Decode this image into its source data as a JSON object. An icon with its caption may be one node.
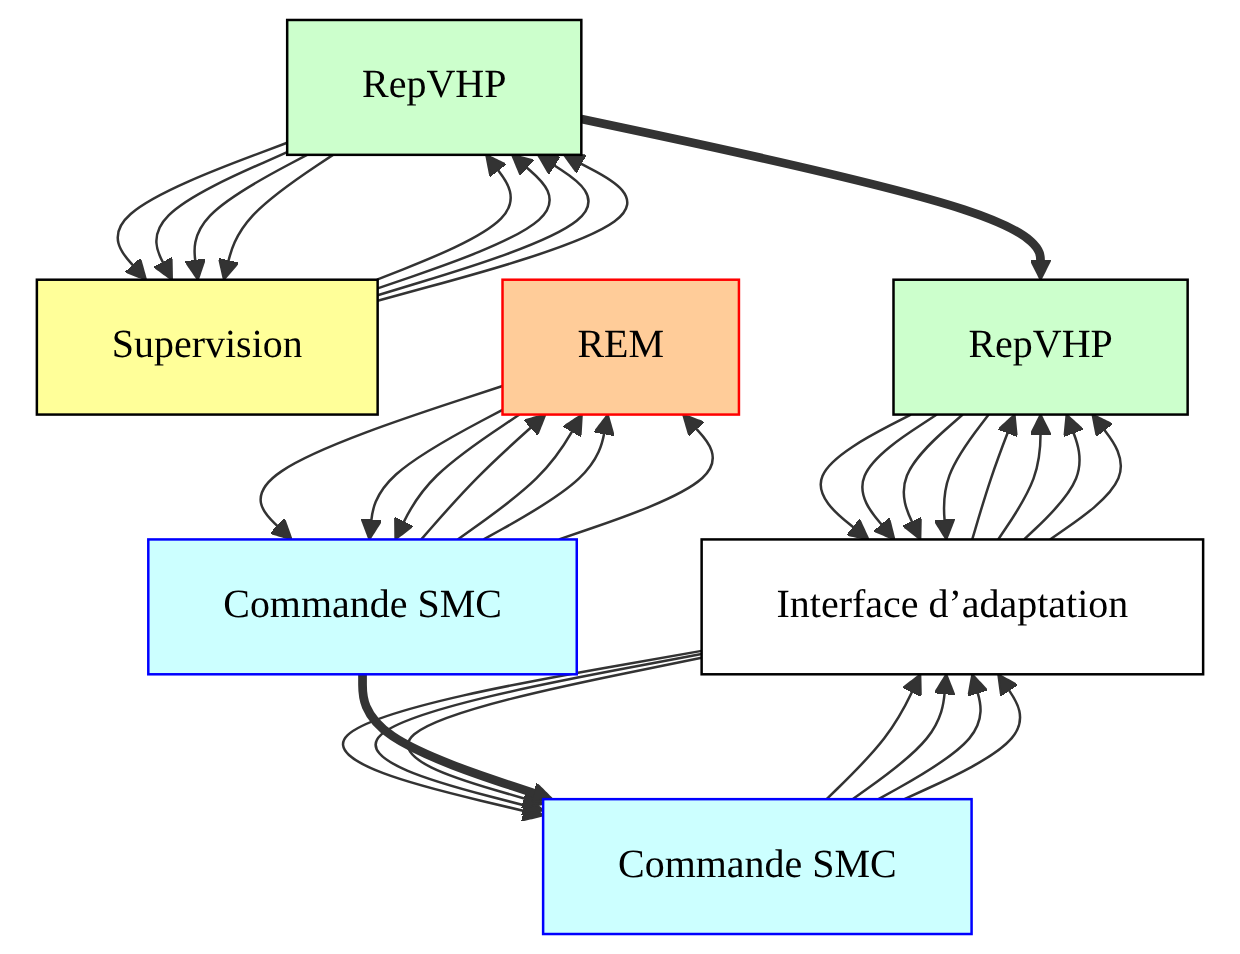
{
  "diagram": {
    "nodes": [
      {
        "text": [
          "RepVHP"
        ]
      },
      {
        "text": [
          "Supervision"
        ]
      },
      {
        "text": [
          "REM"
        ]
      },
      {
        "text": [
          "Commande SMC"
        ]
      },
      {
        "text": [
          "RepVHP"
        ]
      },
      {
        "text": [
          "Interface d’adaptation"
        ]
      },
      {
        "text": [
          "Commande SMC"
        ]
      }
    ],
    "edges": [
      {
        "from": 1,
        "to": 0,
        "arrow": "to"
      },
      {
        "from": 1,
        "to": 0,
        "arrow": "to"
      },
      {
        "from": 1,
        "to": 0,
        "arrow": "to"
      },
      {
        "from": 1,
        "to": 0,
        "arrow": "to"
      },
      {
        "from": 0,
        "to": 1,
        "arrow": "to"
      },
      {
        "from": 0,
        "to": 1,
        "arrow": "to"
      },
      {
        "from": 0,
        "to": 1,
        "arrow": "to"
      },
      {
        "from": 0,
        "to": 1,
        "arrow": "to"
      },
      {
        "from": 3,
        "to": 2,
        "arrow": "to"
      },
      {
        "from": 3,
        "to": 2,
        "arrow": "to"
      },
      {
        "from": 3,
        "to": 2,
        "arrow": "to"
      },
      {
        "from": 3,
        "to": 2,
        "arrow": "to"
      },
      {
        "from": 2,
        "to": 3,
        "arrow": "to"
      },
      {
        "from": 2,
        "to": 3,
        "arrow": "to"
      },
      {
        "from": 2,
        "to": 3,
        "arrow": "to"
      },
      {
        "from": 5,
        "to": 4,
        "arrow": "to"
      },
      {
        "from": 5,
        "to": 4,
        "arrow": "to"
      },
      {
        "from": 5,
        "to": 4,
        "arrow": "to"
      },
      {
        "from": 5,
        "to": 4,
        "arrow": "to"
      },
      {
        "from": 4,
        "to": 5,
        "arrow": "to"
      },
      {
        "from": 4,
        "to": 5,
        "arrow": "to"
      },
      {
        "from": 4,
        "to": 5,
        "arrow": "to"
      },
      {
        "from": 4,
        "to": 5,
        "arrow": "to"
      },
      {
        "from": 6,
        "to": 5,
        "arrow": "to"
      },
      {
        "from": 6,
        "to": 5,
        "arrow": "to"
      },
      {
        "from": 6,
        "to": 5,
        "arrow": "to"
      },
      {
        "from": 6,
        "to": 5,
        "arrow": "to"
      },
      {
        "from": 5,
        "to": 6,
        "arrow": "to"
      },
      {
        "from": 5,
        "to": 6,
        "arrow": "to"
      },
      {
        "from": 5,
        "to": 6,
        "arrow": "to"
      },
      {
        "from": 0,
        "to": 4,
        "arrow": "to",
        "style": "thick"
      },
      {
        "from": 3,
        "to": 6,
        "arrow": "to",
        "style": "thick"
      }
    ]
  }
}
